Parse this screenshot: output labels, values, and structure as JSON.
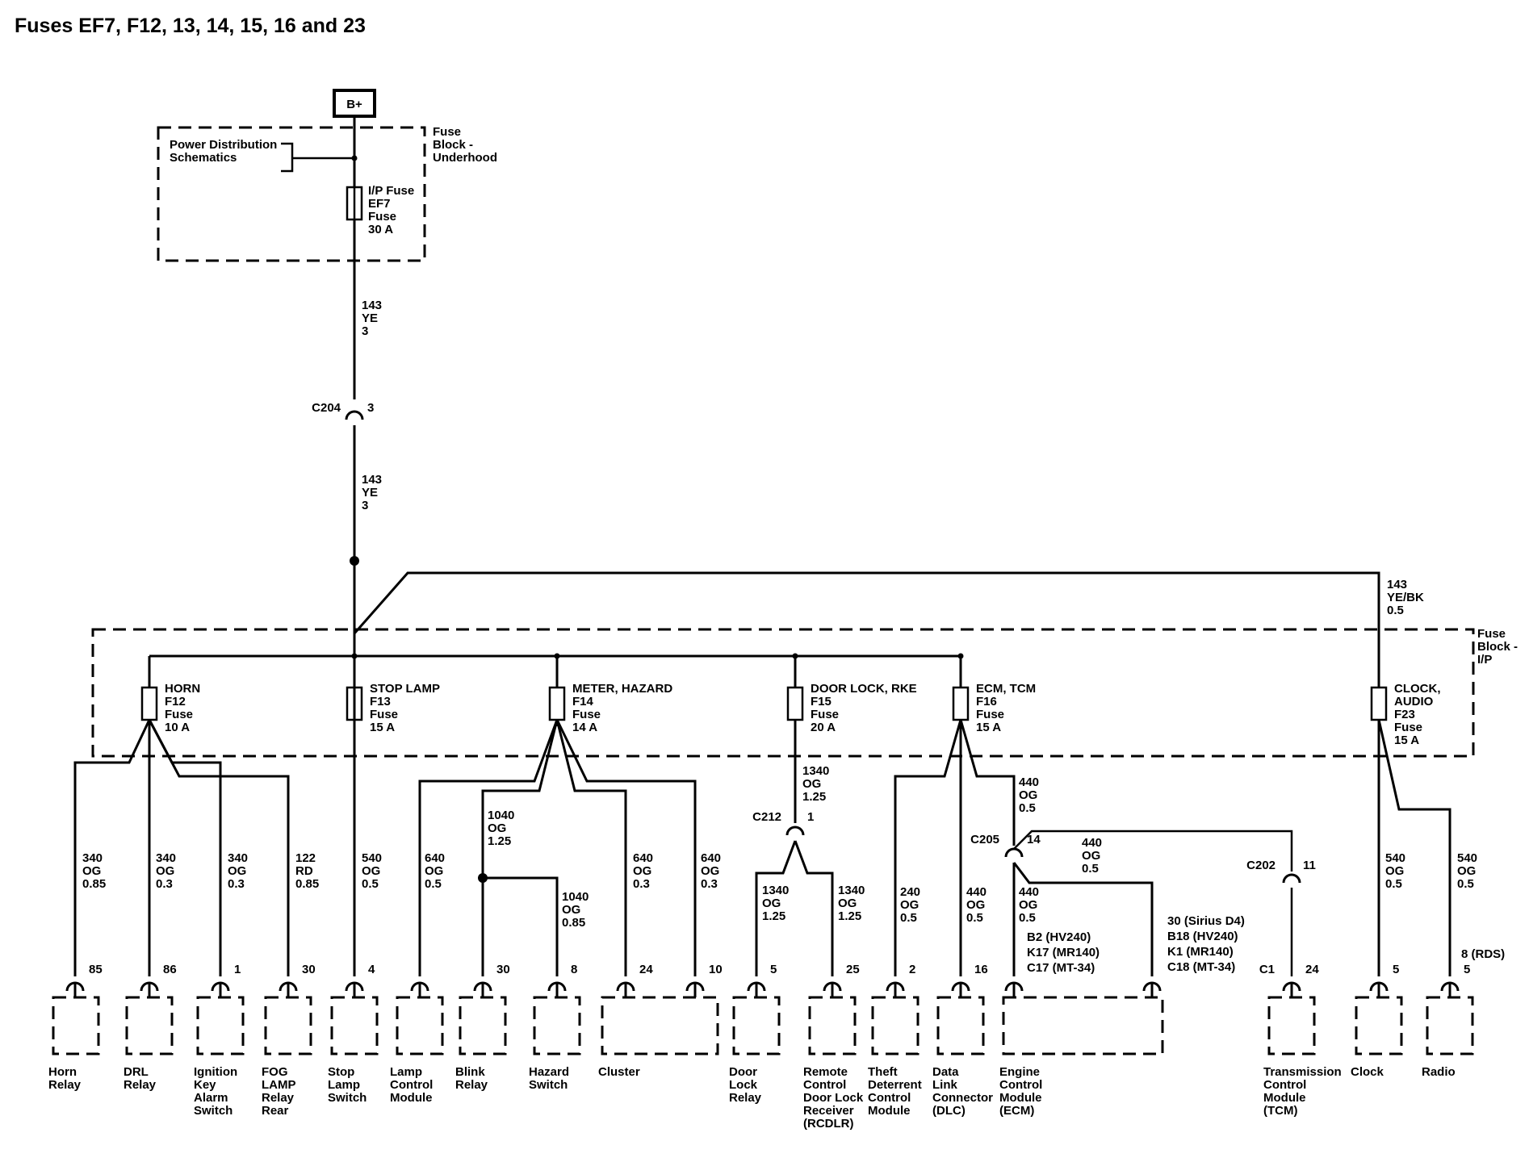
{
  "title": "Fuses EF7, F12, 13, 14, 15, 16 and 23",
  "colors": {
    "line": "#000000",
    "background": "#ffffff"
  },
  "battery": "B+",
  "power_ref": [
    "Power Distribution",
    "Schematics"
  ],
  "underhood_block": [
    "Fuse",
    "Block -",
    "Underhood"
  ],
  "ip_block": [
    "Fuse",
    "Block -",
    "I/P"
  ],
  "ef7_fuse": [
    "I/P Fuse",
    "EF7",
    "Fuse",
    "30 A"
  ],
  "wire_143_top": [
    "143",
    "YE",
    "3"
  ],
  "c204": {
    "name": "C204",
    "pin": "3"
  },
  "wire_143_mid": [
    "143",
    "YE",
    "3"
  ],
  "wire_143_bk": [
    "143",
    "YE/BK",
    "0.5"
  ],
  "fuses": {
    "f12": [
      "HORN",
      "F12",
      "Fuse",
      "10 A"
    ],
    "f13": [
      "STOP LAMP",
      "F13",
      "Fuse",
      "15 A"
    ],
    "f14": [
      "METER, HAZARD",
      "F14",
      "Fuse",
      "14 A"
    ],
    "f15": [
      "DOOR LOCK, RKE",
      "F15",
      "Fuse",
      "20 A"
    ],
    "f16": [
      "ECM, TCM",
      "F16",
      "Fuse",
      "15 A"
    ],
    "f23": [
      "CLOCK,",
      "AUDIO",
      "F23",
      "Fuse",
      "15 A"
    ]
  },
  "wires": {
    "horn": [
      "340",
      "OG",
      "0.85"
    ],
    "drl": [
      "340",
      "OG",
      "0.3"
    ],
    "ign": [
      "340",
      "OG",
      "0.3"
    ],
    "fog": [
      "122",
      "RD",
      "0.85"
    ],
    "stop": [
      "540",
      "OG",
      "0.5"
    ],
    "lamp": [
      "640",
      "OG",
      "0.5"
    ],
    "blink": [
      "1040",
      "OG",
      "1.25"
    ],
    "hazard": [
      "1040",
      "OG",
      "0.85"
    ],
    "cluster1": [
      "640",
      "OG",
      "0.3"
    ],
    "cluster2": [
      "640",
      "OG",
      "0.3"
    ],
    "door_main": [
      "1340",
      "OG",
      "1.25"
    ],
    "door_lock": [
      "1340",
      "OG",
      "1.25"
    ],
    "rcdlr": [
      "1340",
      "OG",
      "1.25"
    ],
    "theft": [
      "240",
      "OG",
      "0.5"
    ],
    "dlc": [
      "440",
      "OG",
      "0.5"
    ],
    "ecm_main": [
      "440",
      "OG",
      "0.5"
    ],
    "ecm_branch": [
      "440",
      "OG",
      "0.5"
    ],
    "ecm_left": [
      "440",
      "OG",
      "0.5"
    ],
    "clock": [
      "540",
      "OG",
      "0.5"
    ],
    "radio": [
      "540",
      "OG",
      "0.5"
    ]
  },
  "c212": {
    "name": "C212",
    "pin": "1"
  },
  "c205": {
    "name": "C205",
    "pin": "14"
  },
  "c202": {
    "name": "C202",
    "pin": "11"
  },
  "ecm_pins_left": [
    "B2  (HV240)",
    "K17  (MR140)",
    "C17  (MT-34)"
  ],
  "ecm_pins_right": [
    "30 (Sirius D4)",
    "B18  (HV240)",
    "K1  (MR140)",
    "C18  (MT-34)"
  ],
  "tcm_conn": "C1",
  "radio_pin_alt": "8 (RDS)",
  "pins": {
    "horn": "85",
    "drl": "86",
    "ign": "1",
    "fog": "30",
    "stop": "4",
    "blink": "30",
    "hazard": "8",
    "cluster1": "24",
    "cluster2": "10",
    "door": "5",
    "rcdlr": "25",
    "theft": "2",
    "dlc": "16",
    "tcm": "24",
    "clock": "5",
    "radio": "5"
  },
  "components": {
    "horn": [
      "Horn",
      "Relay"
    ],
    "drl": [
      "DRL",
      "Relay"
    ],
    "ign": [
      "Ignition",
      "Key",
      "Alarm",
      "Switch"
    ],
    "fog": [
      "FOG",
      "LAMP",
      "Relay",
      "Rear"
    ],
    "stop": [
      "Stop",
      "Lamp",
      "Switch"
    ],
    "lamp": [
      "Lamp",
      "Control",
      "Module"
    ],
    "blink": [
      "Blink",
      "Relay"
    ],
    "hazard": [
      "Hazard",
      "Switch"
    ],
    "cluster": [
      "Cluster"
    ],
    "door": [
      "Door",
      "Lock",
      "Relay"
    ],
    "rcdlr": [
      "Remote",
      "Control",
      "Door Lock",
      "Receiver",
      "(RCDLR)"
    ],
    "theft": [
      "Theft",
      "Deterrent",
      "Control",
      "Module"
    ],
    "dlc": [
      "Data",
      "Link",
      "Connector",
      "(DLC)"
    ],
    "ecm": [
      "Engine",
      "Control",
      "Module",
      "(ECM)"
    ],
    "tcm": [
      "Transmission",
      "Control",
      "Module",
      "(TCM)"
    ],
    "clock": [
      "Clock"
    ],
    "radio": [
      "Radio"
    ]
  }
}
